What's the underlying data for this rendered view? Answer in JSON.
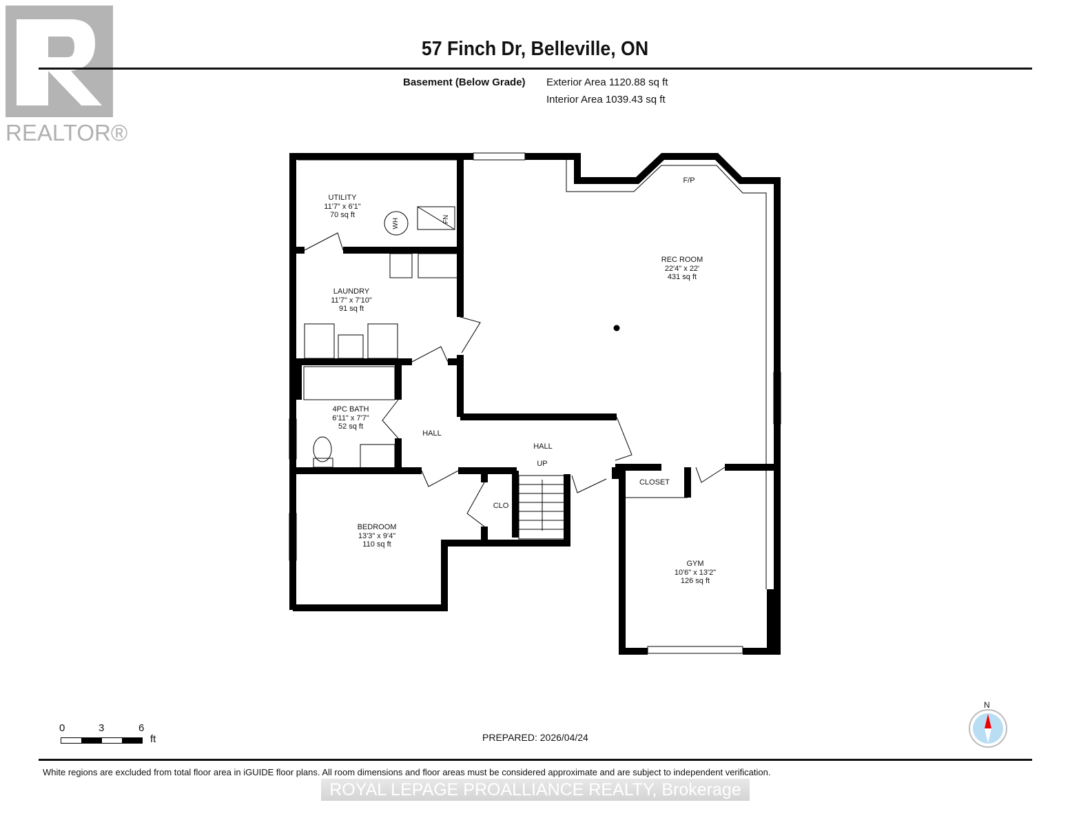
{
  "logo": {
    "text": "REALTOR®"
  },
  "header": {
    "title": "57 Finch Dr, Belleville, ON",
    "floor": "Basement (Below Grade)",
    "exterior_area": "Exterior Area 1120.88 sq ft",
    "interior_area": "Interior Area 1039.43 sq ft"
  },
  "rooms": [
    {
      "name": "UTILITY",
      "dims": "11'7\" x 6'1\"",
      "area": "70 sq ft"
    },
    {
      "name": "LAUNDRY",
      "dims": "11'7\" x 7'10\"",
      "area": "91 sq ft"
    },
    {
      "name": "4PC BATH",
      "dims": "6'11\" x 7'7\"",
      "area": "52 sq ft"
    },
    {
      "name": "BEDROOM",
      "dims": "13'3\" x 9'4\"",
      "area": "110 sq ft"
    },
    {
      "name": "REC ROOM",
      "dims": "22'4\" x 22'",
      "area": "431 sq ft"
    },
    {
      "name": "GYM",
      "dims": "10'6\" x 13'2\"",
      "area": "126 sq ft"
    }
  ],
  "labels": {
    "hall1": "HALL",
    "hall2": "HALL",
    "up": "UP",
    "clo": "CLO",
    "closet": "CLOSET",
    "fp": "F/P",
    "wh": "WH",
    "fn": "FN"
  },
  "scale": {
    "ticks": [
      "0",
      "3",
      "6"
    ],
    "unit": "ft"
  },
  "prepared": "PREPARED: 2026/04/24",
  "compass": {
    "label": "N"
  },
  "disclaimer": "White regions are excluded from total floor area in iGUIDE floor plans. All room dimensions and floor areas must be considered approximate and are subject to independent verification.",
  "brokerage": "ROYAL LEPAGE PROALLIANCE REALTY, Brokerage"
}
